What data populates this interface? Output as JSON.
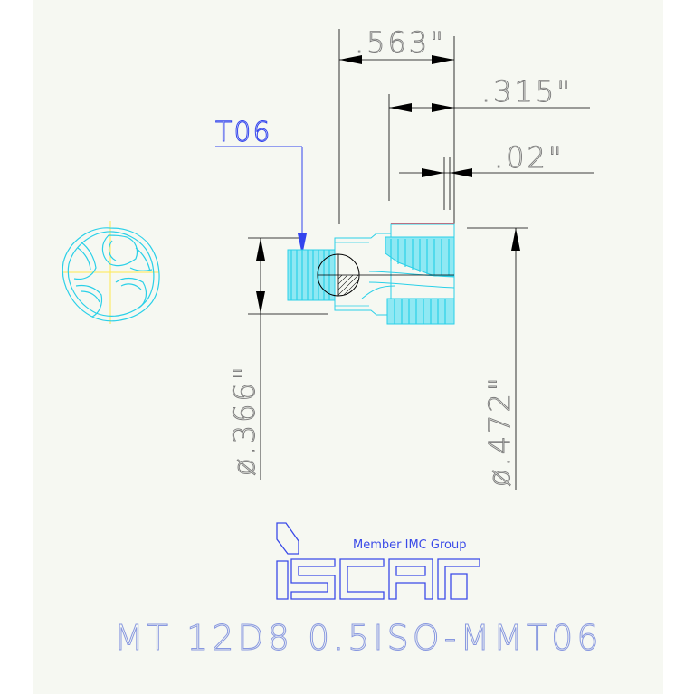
{
  "dimensions": {
    "overall_length": ".563\"",
    "flute_length": ".315\"",
    "land_width": ".02\"",
    "shank_diameter": "ø.366\"",
    "head_diameter": "ø.472\""
  },
  "thread_callout": "T06",
  "logo": {
    "tagline": "Member IMC Group",
    "brand": "iscar"
  },
  "part_number": "MT 12D8 0.5ISO-MMT06",
  "colors": {
    "background": "#ffffff",
    "background_panel": "#f6f8f2",
    "dimension_lines": "#000000",
    "dimension_text": "#7a7a7a",
    "tool_cyan": "#2ad0e8",
    "callout_blue": "#3344ee",
    "center_lines": "#ffe94d",
    "part_number_text": "#8898e0",
    "logo_blue": "#3a4ae8"
  }
}
